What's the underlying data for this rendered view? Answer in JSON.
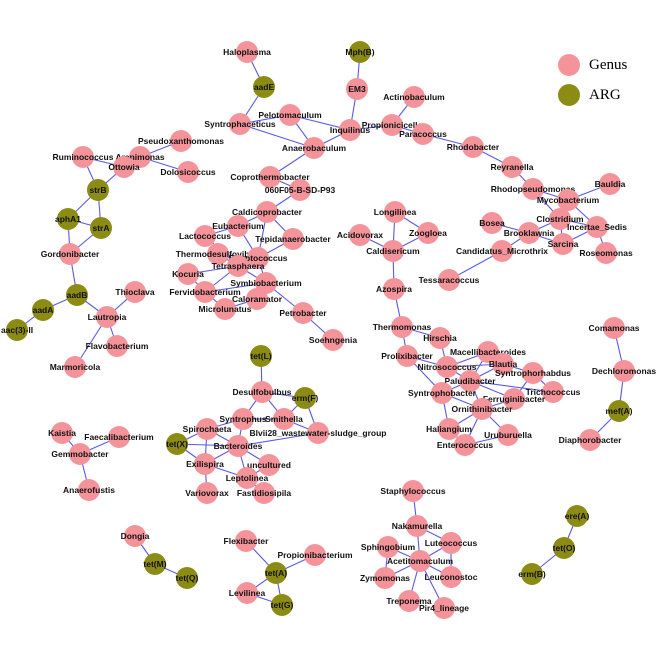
{
  "legend": [
    {
      "label": "Genus",
      "color": "#f4949a"
    },
    {
      "label": "ARG",
      "color": "#8c8c14"
    }
  ],
  "colors": {
    "genus": "#f4949a",
    "arg": "#8c8c14",
    "edge": "#5a5ae0"
  },
  "nodes": [
    {
      "id": "Haloplasma",
      "type": "genus"
    },
    {
      "id": "aadE",
      "type": "arg"
    },
    {
      "id": "Mph(B)",
      "type": "arg"
    },
    {
      "id": "EM3",
      "type": "genus"
    },
    {
      "id": "Actinobaculum",
      "type": "genus"
    },
    {
      "id": "Pelotomaculum",
      "type": "genus"
    },
    {
      "id": "Syntrophaceticus",
      "type": "genus"
    },
    {
      "id": "Inquilinus",
      "type": "genus"
    },
    {
      "id": "Propionicicella",
      "type": "genus"
    },
    {
      "id": "Paracoccus",
      "type": "genus"
    },
    {
      "id": "Anaerobaculum",
      "type": "genus"
    },
    {
      "id": "Pseudoxanthomonas",
      "type": "genus"
    },
    {
      "id": "Arenimonas",
      "type": "genus"
    },
    {
      "id": "Dolosicoccus",
      "type": "genus"
    },
    {
      "id": "Ruminococcus",
      "type": "genus"
    },
    {
      "id": "Ottowia",
      "type": "genus"
    },
    {
      "id": "Rhodobacter",
      "type": "genus"
    },
    {
      "id": "Reyranella",
      "type": "genus"
    },
    {
      "id": "Coprothermobacter",
      "type": "genus"
    },
    {
      "id": "060F05-B-SD-P93",
      "type": "genus"
    },
    {
      "id": "strB",
      "type": "arg"
    },
    {
      "id": "aphA1",
      "type": "arg"
    },
    {
      "id": "strA",
      "type": "arg"
    },
    {
      "id": "Gordonibacter",
      "type": "genus"
    },
    {
      "id": "Rhodopseudomonas",
      "type": "genus"
    },
    {
      "id": "Bauldia",
      "type": "genus"
    },
    {
      "id": "Mycobacterium",
      "type": "genus"
    },
    {
      "id": "Clostridium",
      "type": "genus"
    },
    {
      "id": "Incertae_Sedis",
      "type": "genus"
    },
    {
      "id": "Bosea",
      "type": "genus"
    },
    {
      "id": "Brooklawnia",
      "type": "genus"
    },
    {
      "id": "Sarcina",
      "type": "genus"
    },
    {
      "id": "Roseomonas",
      "type": "genus"
    },
    {
      "id": "Candidatus_Microthrix",
      "type": "genus"
    },
    {
      "id": "Tessaracoccus",
      "type": "genus"
    },
    {
      "id": "Caldicoprobacter",
      "type": "genus"
    },
    {
      "id": "Eubacterium",
      "type": "genus"
    },
    {
      "id": "Lactococcus",
      "type": "genus"
    },
    {
      "id": "Tepidanaerobacter",
      "type": "genus"
    },
    {
      "id": "Thermodesulfovibrio",
      "type": "genus"
    },
    {
      "id": "Streptococcus",
      "type": "genus"
    },
    {
      "id": "Tetrasphaera",
      "type": "genus"
    },
    {
      "id": "Kocuria",
      "type": "genus"
    },
    {
      "id": "Symbiobacterium",
      "type": "genus"
    },
    {
      "id": "Fervidobacterium",
      "type": "genus"
    },
    {
      "id": "Caloramator",
      "type": "genus"
    },
    {
      "id": "Microlunatus",
      "type": "genus"
    },
    {
      "id": "Petrobacter",
      "type": "genus"
    },
    {
      "id": "Soehngenia",
      "type": "genus"
    },
    {
      "id": "Longilinea",
      "type": "genus"
    },
    {
      "id": "Acidovorax",
      "type": "genus"
    },
    {
      "id": "Zoogloea",
      "type": "genus"
    },
    {
      "id": "Caldisericum",
      "type": "genus"
    },
    {
      "id": "Azospira",
      "type": "genus"
    },
    {
      "id": "aadB",
      "type": "arg"
    },
    {
      "id": "aadA",
      "type": "arg"
    },
    {
      "id": "aac(3)-II",
      "type": "arg"
    },
    {
      "id": "Lautropia",
      "type": "genus"
    },
    {
      "id": "Thioclava",
      "type": "genus"
    },
    {
      "id": "Flavobacterium",
      "type": "genus"
    },
    {
      "id": "Marmoricola",
      "type": "genus"
    },
    {
      "id": "Thermomonas",
      "type": "genus"
    },
    {
      "id": "Hirschia",
      "type": "genus"
    },
    {
      "id": "Prolixibacter",
      "type": "genus"
    },
    {
      "id": "Macellibacteroides",
      "type": "genus"
    },
    {
      "id": "Blautia",
      "type": "genus"
    },
    {
      "id": "Nitrosococcus",
      "type": "genus"
    },
    {
      "id": "Syntrophorhabdus",
      "type": "genus"
    },
    {
      "id": "Paludibacter",
      "type": "genus"
    },
    {
      "id": "Syntrophobacter",
      "type": "genus"
    },
    {
      "id": "Trichococcus",
      "type": "genus"
    },
    {
      "id": "Ferruginibacter",
      "type": "genus"
    },
    {
      "id": "Ornithinibacter",
      "type": "genus"
    },
    {
      "id": "Haliangium",
      "type": "genus"
    },
    {
      "id": "Uruburuella",
      "type": "genus"
    },
    {
      "id": "Enterococcus",
      "type": "genus"
    },
    {
      "id": "Comamonas",
      "type": "genus"
    },
    {
      "id": "Dechloromonas",
      "type": "genus"
    },
    {
      "id": "mef(A)",
      "type": "arg"
    },
    {
      "id": "Diaphorobacter",
      "type": "genus"
    },
    {
      "id": "tet(L)",
      "type": "arg"
    },
    {
      "id": "Desulfobulbus",
      "type": "genus"
    },
    {
      "id": "erm(F)",
      "type": "arg"
    },
    {
      "id": "Syntrophus",
      "type": "genus"
    },
    {
      "id": "Smithella",
      "type": "genus"
    },
    {
      "id": "Blvii28_wastewater-sludge_group",
      "type": "genus"
    },
    {
      "id": "Spirochaeta",
      "type": "genus"
    },
    {
      "id": "tet(X)",
      "type": "arg"
    },
    {
      "id": "Bacteroides",
      "type": "genus"
    },
    {
      "id": "Exilispira",
      "type": "genus"
    },
    {
      "id": "uncultured",
      "type": "genus"
    },
    {
      "id": "Leptolinea",
      "type": "genus"
    },
    {
      "id": "Variovorax",
      "type": "genus"
    },
    {
      "id": "Fastidiosipila",
      "type": "genus"
    },
    {
      "id": "Kaistia",
      "type": "genus"
    },
    {
      "id": "Faecalibacterium",
      "type": "genus"
    },
    {
      "id": "Gemmobacter",
      "type": "genus"
    },
    {
      "id": "Anaerofustis",
      "type": "genus"
    },
    {
      "id": "Staphylococcus",
      "type": "genus"
    },
    {
      "id": "Nakamurella",
      "type": "genus"
    },
    {
      "id": "Sphingobium",
      "type": "genus"
    },
    {
      "id": "Luteococcus",
      "type": "genus"
    },
    {
      "id": "Acetitomaculum",
      "type": "genus"
    },
    {
      "id": "Zymomonas",
      "type": "genus"
    },
    {
      "id": "Leuconostoc",
      "type": "genus"
    },
    {
      "id": "Treponema",
      "type": "genus"
    },
    {
      "id": "Pir4_lineage",
      "type": "genus"
    },
    {
      "id": "ere(A)",
      "type": "arg"
    },
    {
      "id": "tet(O)",
      "type": "arg"
    },
    {
      "id": "erm(B)",
      "type": "arg"
    },
    {
      "id": "Dongia",
      "type": "genus"
    },
    {
      "id": "tet(M)",
      "type": "arg"
    },
    {
      "id": "tet(Q)",
      "type": "arg"
    },
    {
      "id": "Flexibacter",
      "type": "genus"
    },
    {
      "id": "Propionibacterium",
      "type": "genus"
    },
    {
      "id": "tet(A)",
      "type": "arg"
    },
    {
      "id": "Levilinea",
      "type": "genus"
    },
    {
      "id": "tet(G)",
      "type": "arg"
    }
  ],
  "edges": [
    [
      "Haloplasma",
      "aadE"
    ],
    [
      "aadE",
      "Syntrophaceticus"
    ],
    [
      "Mph(B)",
      "EM3"
    ],
    [
      "EM3",
      "Inquilinus"
    ],
    [
      "Syntrophaceticus",
      "Pelotomaculum"
    ],
    [
      "Syntrophaceticus",
      "Anaerobaculum"
    ],
    [
      "Pelotomaculum",
      "Anaerobaculum"
    ],
    [
      "Pelotomaculum",
      "Inquilinus"
    ],
    [
      "Inquilinus",
      "Anaerobaculum"
    ],
    [
      "Inquilinus",
      "Propionicicella"
    ],
    [
      "Actinobaculum",
      "Propionicicella"
    ],
    [
      "Propionicicella",
      "Paracoccus"
    ],
    [
      "Paracoccus",
      "Rhodobacter"
    ],
    [
      "Rhodobacter",
      "Reyranella"
    ],
    [
      "Reyranella",
      "Rhodopseudomonas"
    ],
    [
      "Anaerobaculum",
      "Coprothermobacter"
    ],
    [
      "Coprothermobacter",
      "060F05-B-SD-P93"
    ],
    [
      "060F05-B-SD-P93",
      "Caldicoprobacter"
    ],
    [
      "Pseudoxanthomonas",
      "Arenimonas"
    ],
    [
      "Arenimonas",
      "Dolosicoccus"
    ],
    [
      "Arenimonas",
      "Ottowia"
    ],
    [
      "Ruminococcus",
      "Ottowia"
    ],
    [
      "Ruminococcus",
      "strB"
    ],
    [
      "Ottowia",
      "strB"
    ],
    [
      "strB",
      "aphA1"
    ],
    [
      "strB",
      "strA"
    ],
    [
      "aphA1",
      "strA"
    ],
    [
      "aphA1",
      "Gordonibacter"
    ],
    [
      "strA",
      "Gordonibacter"
    ],
    [
      "Gordonibacter",
      "aadB"
    ],
    [
      "aadB",
      "aadA"
    ],
    [
      "aadB",
      "Lautropia"
    ],
    [
      "aadA",
      "aac(3)-II"
    ],
    [
      "Lautropia",
      "Thioclava"
    ],
    [
      "Lautropia",
      "Flavobacterium"
    ],
    [
      "Lautropia",
      "Marmoricola"
    ],
    [
      "Rhodopseudomonas",
      "Mycobacterium"
    ],
    [
      "Rhodopseudomonas",
      "Clostridium"
    ],
    [
      "Mycobacterium",
      "Bauldia"
    ],
    [
      "Mycobacterium",
      "Clostridium"
    ],
    [
      "Mycobacterium",
      "Incertae_Sedis"
    ],
    [
      "Clostridium",
      "Incertae_Sedis"
    ],
    [
      "Clostridium",
      "Brooklawnia"
    ],
    [
      "Clostridium",
      "Sarcina"
    ],
    [
      "Incertae_Sedis",
      "Roseomonas"
    ],
    [
      "Incertae_Sedis",
      "Sarcina"
    ],
    [
      "Bosea",
      "Brooklawnia"
    ],
    [
      "Brooklawnia",
      "Sarcina"
    ],
    [
      "Brooklawnia",
      "Candidatus_Microthrix"
    ],
    [
      "Candidatus_Microthrix",
      "Tessaracoccus"
    ],
    [
      "Caldicoprobacter",
      "Eubacterium"
    ],
    [
      "Caldicoprobacter",
      "Tepidanaerobacter"
    ],
    [
      "Caldicoprobacter",
      "Streptococcus"
    ],
    [
      "Eubacterium",
      "Lactococcus"
    ],
    [
      "Eubacterium",
      "Streptococcus"
    ],
    [
      "Lactococcus",
      "Tetrasphaera"
    ],
    [
      "Thermodesulfovibrio",
      "Tetrasphaera"
    ],
    [
      "Thermodesulfovibrio",
      "Streptococcus"
    ],
    [
      "Tetrasphaera",
      "Streptococcus"
    ],
    [
      "Tetrasphaera",
      "Kocuria"
    ],
    [
      "Tetrasphaera",
      "Symbiobacterium"
    ],
    [
      "Tetrasphaera",
      "Fervidobacterium"
    ],
    [
      "Streptococcus",
      "Symbiobacterium"
    ],
    [
      "Tepidanaerobacter",
      "Streptococcus"
    ],
    [
      "Kocuria",
      "Fervidobacterium"
    ],
    [
      "Fervidobacterium",
      "Symbiobacterium"
    ],
    [
      "Fervidobacterium",
      "Microlunatus"
    ],
    [
      "Symbiobacterium",
      "Caloramator"
    ],
    [
      "Symbiobacterium",
      "Petrobacter"
    ],
    [
      "Caloramator",
      "Microlunatus"
    ],
    [
      "Petrobacter",
      "Soehngenia"
    ],
    [
      "Longilinea",
      "Caldisericum"
    ],
    [
      "Longilinea",
      "Zoogloea"
    ],
    [
      "Acidovorax",
      "Caldisericum"
    ],
    [
      "Zoogloea",
      "Caldisericum"
    ],
    [
      "Caldisericum",
      "Azospira"
    ],
    [
      "Azospira",
      "Thermomonas"
    ],
    [
      "Thermomonas",
      "Hirschia"
    ],
    [
      "Thermomonas",
      "Prolixibacter"
    ],
    [
      "Prolixibacter",
      "Nitrosococcus"
    ],
    [
      "Prolixibacter",
      "Syntrophobacter"
    ],
    [
      "Hirschia",
      "Nitrosococcus"
    ],
    [
      "Macellibacteroides",
      "Blautia"
    ],
    [
      "Macellibacteroides",
      "Nitrosococcus"
    ],
    [
      "Macellibacteroides",
      "Paludibacter"
    ],
    [
      "Nitrosococcus",
      "Blautia"
    ],
    [
      "Nitrosococcus",
      "Paludibacter"
    ],
    [
      "Blautia",
      "Syntrophorhabdus"
    ],
    [
      "Blautia",
      "Paludibacter"
    ],
    [
      "Paludibacter",
      "Syntrophobacter"
    ],
    [
      "Paludibacter",
      "Ornithinibacter"
    ],
    [
      "Paludibacter",
      "Trichococcus"
    ],
    [
      "Paludibacter",
      "Ferruginibacter"
    ],
    [
      "Syntrophorhabdus",
      "Trichococcus"
    ],
    [
      "Syntrophorhabdus",
      "Ferruginibacter"
    ],
    [
      "Syntrophobacter",
      "Ornithinibacter"
    ],
    [
      "Syntrophobacter",
      "Haliangium"
    ],
    [
      "Ornithinibacter",
      "Haliangium"
    ],
    [
      "Ornithinibacter",
      "Enterococcus"
    ],
    [
      "Ornithinibacter",
      "Uruburuella"
    ],
    [
      "Ornithinibacter",
      "Ferruginibacter"
    ],
    [
      "Haliangium",
      "Enterococcus"
    ],
    [
      "Uruburuella",
      "Enterococcus"
    ],
    [
      "Comamonas",
      "Dechloromonas"
    ],
    [
      "Dechloromonas",
      "mef(A)"
    ],
    [
      "mef(A)",
      "Diaphorobacter"
    ],
    [
      "tet(L)",
      "Desulfobulbus"
    ],
    [
      "Desulfobulbus",
      "erm(F)"
    ],
    [
      "Desulfobulbus",
      "Syntrophus"
    ],
    [
      "Desulfobulbus",
      "Smithella"
    ],
    [
      "erm(F)",
      "Smithella"
    ],
    [
      "erm(F)",
      "Blvii28_wastewater-sludge_group"
    ],
    [
      "Smithella",
      "Blvii28_wastewater-sludge_group"
    ],
    [
      "Syntrophus",
      "Smithella"
    ],
    [
      "Syntrophus",
      "Spirochaeta"
    ],
    [
      "Syntrophus",
      "Bacteroides"
    ],
    [
      "Blvii28_wastewater-sludge_group",
      "Bacteroides"
    ],
    [
      "Spirochaeta",
      "tet(X)"
    ],
    [
      "Spirochaeta",
      "Bacteroides"
    ],
    [
      "Spirochaeta",
      "Exilispira"
    ],
    [
      "tet(X)",
      "Bacteroides"
    ],
    [
      "tet(X)",
      "Exilispira"
    ],
    [
      "Bacteroides",
      "Exilispira"
    ],
    [
      "Bacteroides",
      "uncultured"
    ],
    [
      "Bacteroides",
      "Leptolinea"
    ],
    [
      "Exilispira",
      "Variovorax"
    ],
    [
      "Exilispira",
      "Leptolinea"
    ],
    [
      "uncultured",
      "Leptolinea"
    ],
    [
      "Leptolinea",
      "Fastidiosipila"
    ],
    [
      "Kaistia",
      "Gemmobacter"
    ],
    [
      "Faecalibacterium",
      "Gemmobacter"
    ],
    [
      "Gemmobacter",
      "Anaerofustis"
    ],
    [
      "Staphylococcus",
      "Nakamurella"
    ],
    [
      "Nakamurella",
      "Acetitomaculum"
    ],
    [
      "Nakamurella",
      "Luteococcus"
    ],
    [
      "Sphingobium",
      "Acetitomaculum"
    ],
    [
      "Sphingobium",
      "Zymomonas"
    ],
    [
      "Luteococcus",
      "Acetitomaculum"
    ],
    [
      "Luteococcus",
      "Leuconostoc"
    ],
    [
      "Acetitomaculum",
      "Zymomonas"
    ],
    [
      "Acetitomaculum",
      "Leuconostoc"
    ],
    [
      "Acetitomaculum",
      "Treponema"
    ],
    [
      "Acetitomaculum",
      "Pir4_lineage"
    ],
    [
      "ere(A)",
      "tet(O)"
    ],
    [
      "tet(O)",
      "erm(B)"
    ],
    [
      "Dongia",
      "tet(M)"
    ],
    [
      "tet(M)",
      "tet(Q)"
    ],
    [
      "Flexibacter",
      "tet(A)"
    ],
    [
      "Propionibacterium",
      "tet(A)"
    ],
    [
      "tet(A)",
      "Levilinea"
    ],
    [
      "tet(A)",
      "tet(G)"
    ],
    [
      "Levilinea",
      "tet(G)"
    ]
  ]
}
